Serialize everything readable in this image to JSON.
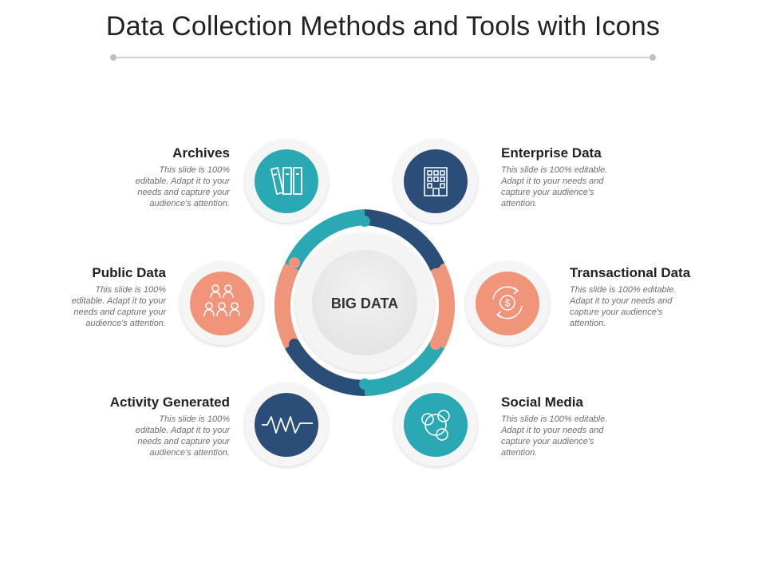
{
  "slide": {
    "title": "Data Collection Methods and Tools with Icons"
  },
  "center": {
    "label": "BIG DATA"
  },
  "colors": {
    "teal": "#2aa9b5",
    "navy": "#2b4e78",
    "salmon": "#f1957a",
    "ring_bg": "#f2f2f2"
  },
  "items": {
    "archives": {
      "title": "Archives",
      "desc": "This slide is 100% editable. Adapt it to your needs and capture your audience's attention.",
      "icon": "archive-binders-icon",
      "color": "#2aa9b5"
    },
    "enterprise": {
      "title": "Enterprise Data",
      "desc": "This slide is 100% editable. Adapt it to your needs and capture your audience's attention.",
      "icon": "building-icon",
      "color": "#2b4e78"
    },
    "public": {
      "title": "Public Data",
      "desc": "This slide is 100% editable. Adapt it to your needs and capture your audience's attention.",
      "icon": "people-group-icon",
      "color": "#f1957a"
    },
    "transactional": {
      "title": "Transactional Data",
      "desc": "This slide is 100% editable. Adapt it to your needs and capture your audience's attention.",
      "icon": "dollar-cycle-icon",
      "color": "#f1957a"
    },
    "activity": {
      "title": "Activity Generated",
      "desc": "This slide is 100% editable. Adapt it to your needs and capture your audience's attention.",
      "icon": "pulse-wave-icon",
      "color": "#2b4e78"
    },
    "social": {
      "title": "Social Media",
      "desc": "This slide is 100% editable. Adapt it to your needs and capture your audience's attention.",
      "icon": "social-network-icon",
      "color": "#2aa9b5"
    }
  }
}
